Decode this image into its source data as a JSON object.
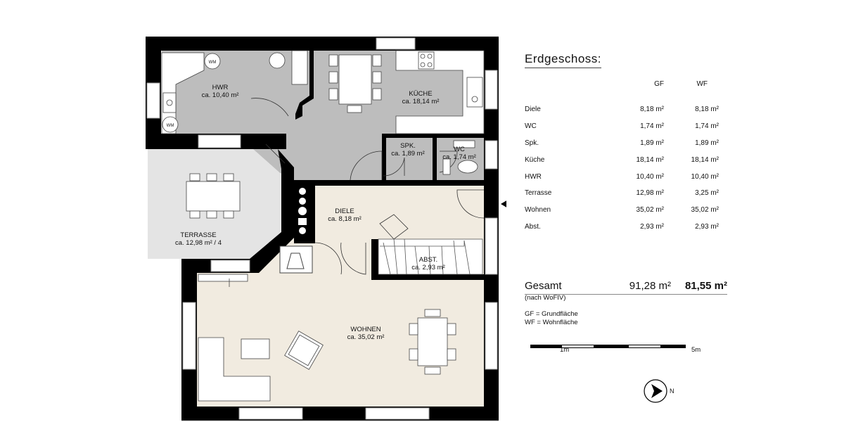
{
  "floor_title": "Erdgeschoss:",
  "columns": {
    "gf": "GF",
    "wf": "WF"
  },
  "areas": [
    {
      "name": "Diele",
      "gf": "8,18 m²",
      "wf": "8,18 m²"
    },
    {
      "name": "WC",
      "gf": "1,74 m²",
      "wf": "1,74 m²"
    },
    {
      "name": "Spk.",
      "gf": "1,89 m²",
      "wf": "1,89 m²"
    },
    {
      "name": "Küche",
      "gf": "18,14 m²",
      "wf": "18,14 m²"
    },
    {
      "name": "HWR",
      "gf": "10,40 m²",
      "wf": "10,40 m²"
    },
    {
      "name": "Terrasse",
      "gf": "12,98 m²",
      "wf": "3,25 m²"
    },
    {
      "name": "Wohnen",
      "gf": "35,02 m²",
      "wf": "35,02 m²"
    },
    {
      "name": "Abst.",
      "gf": "2,93 m²",
      "wf": "2,93 m²"
    }
  ],
  "total": {
    "label": "Gesamt",
    "gf": "91,28 m²",
    "wf": "81,55 m²",
    "note": "(nach WoFIV)"
  },
  "abbreviations": [
    "GF = Grundfläche",
    "WF = Wohnfläche"
  ],
  "scale": {
    "label_1": "1m",
    "label_2": "5m"
  },
  "north": "N",
  "rooms": {
    "hwr": {
      "name": "HWR",
      "area": "ca. 10,40 m²"
    },
    "kueche": {
      "name": "KÜCHE",
      "area": "ca. 18,14 m²"
    },
    "spk": {
      "name": "SPK.",
      "area": "ca. 1,89 m²"
    },
    "wc": {
      "name": "WC",
      "area": "ca. 1,74 m²"
    },
    "diele": {
      "name": "DIELE",
      "area": "ca. 8,18 m²"
    },
    "abst": {
      "name": "ABST.",
      "area": "ca. 2,93 m²"
    },
    "terrasse": {
      "name": "TERRASSE",
      "area": "ca. 12,98 m² / 4"
    },
    "wohnen": {
      "name": "WOHNEN",
      "area": "ca. 35,02 m²"
    }
  },
  "appliance_label": "WM",
  "colors": {
    "wall": "#000000",
    "tiles": "#bdbdbd",
    "wood": "#f1ebe0",
    "terrace": "#e4e4e4"
  }
}
